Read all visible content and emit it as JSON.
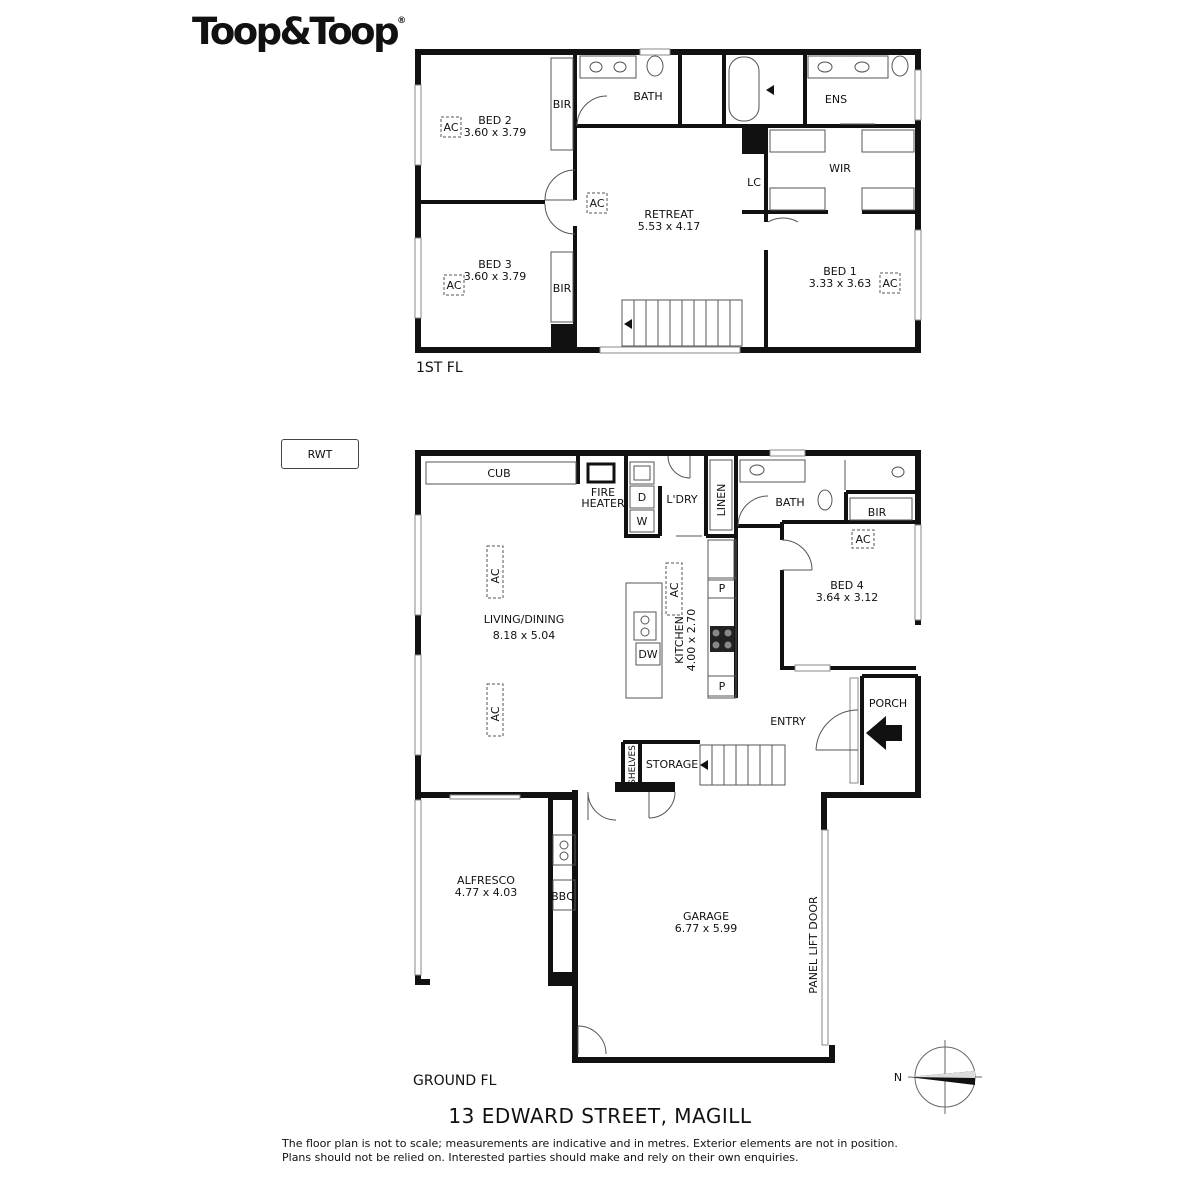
{
  "brand": {
    "name": "Toop&Toop",
    "mark": "®"
  },
  "floors": {
    "first": {
      "label": "1ST FL",
      "rooms": {
        "bed2": {
          "name": "BED 2",
          "dims": "3.60 x 3.79"
        },
        "bed3": {
          "name": "BED 3",
          "dims": "3.60 x 3.79"
        },
        "retreat": {
          "name": "RETREAT",
          "dims": "5.53 x 4.17"
        },
        "bed1": {
          "name": "BED 1",
          "dims": "3.33 x 3.63"
        },
        "bath": "BATH",
        "ens": "ENS",
        "wir": "WIR",
        "lc": "LC",
        "bir": "BIR",
        "ac": "AC"
      }
    },
    "ground": {
      "label": "GROUND FL",
      "rooms": {
        "living": {
          "name": "LIVING/DINING",
          "dims": "8.18 x 5.04"
        },
        "kitchen": {
          "name": "KITCHEN",
          "dims": "4.00 x 2.70"
        },
        "bed4": {
          "name": "BED 4",
          "dims": "3.64 x 3.12"
        },
        "alfresco": {
          "name": "ALFRESCO",
          "dims": "4.77 x 4.03"
        },
        "garage": {
          "name": "GARAGE",
          "dims": "6.77 x 5.99"
        },
        "cub": "CUB",
        "fire_heater_1": "FIRE",
        "fire_heater_2": "HEATER",
        "dryer": "D",
        "washer": "W",
        "laundry": "L'DRY",
        "linen": "LINEN",
        "bath": "BATH",
        "bir": "BIR",
        "ac": "AC",
        "pantry": "P",
        "dishwasher": "DW",
        "porch": "PORCH",
        "entry": "ENTRY",
        "shelves": "SHELVES",
        "storage": "STORAGE",
        "bbq": "BBQ",
        "panel_lift_door": "PANEL LIFT DOOR"
      }
    }
  },
  "rwt": "RWT",
  "compass": {
    "north": "N"
  },
  "address": "13 EDWARD STREET, MAGILL",
  "disclaimer": {
    "line1": "The floor plan is not to scale; measurements are indicative and in metres. Exterior elements are not in position.",
    "line2": "Plans should not be relied on. Interested parties should make and rely on their own enquiries."
  }
}
